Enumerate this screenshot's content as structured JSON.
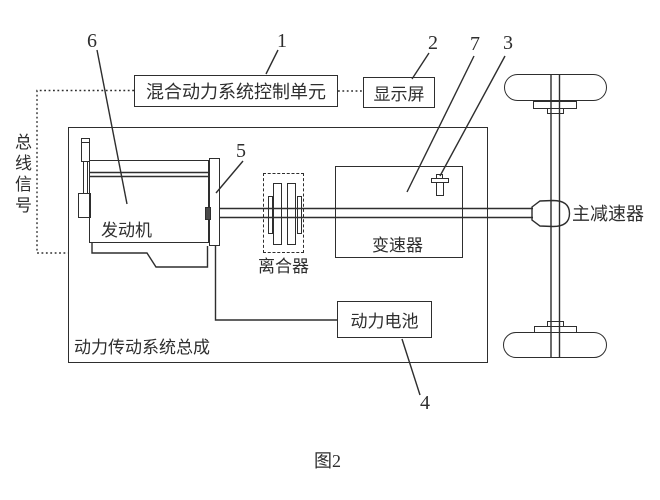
{
  "figure": {
    "caption": "图2",
    "colors": {
      "line": "#2e2e2e",
      "background": "#ffffff"
    }
  },
  "labels": {
    "control_unit": "混合动力系统控制单元",
    "display": "显示屏",
    "bus_signal": "总线信号",
    "engine": "发动机",
    "clutch": "离合器",
    "transmission": "变速器",
    "battery": "动力电池",
    "assembly": "动力传动系统总成",
    "main_reducer": "主减速器"
  },
  "refs": {
    "n1": "1",
    "n2": "2",
    "n3": "3",
    "n4": "4",
    "n5": "5",
    "n6": "6",
    "n7": "7"
  }
}
